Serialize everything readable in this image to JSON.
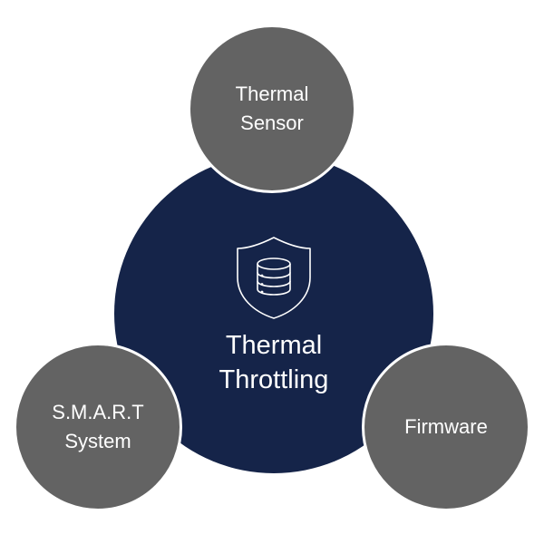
{
  "colors": {
    "center_fill": "#152449",
    "outer_fill": "#636363",
    "outer_border": "#ffffff",
    "text": "#ffffff"
  },
  "center": {
    "icon": "shield-database-icon",
    "label": "Thermal\nThrottling"
  },
  "nodes": {
    "sensor": {
      "label": "Thermal\nSensor"
    },
    "smart": {
      "label": "S.M.A.R.T\nSystem"
    },
    "firmware": {
      "label": "Firmware"
    }
  }
}
